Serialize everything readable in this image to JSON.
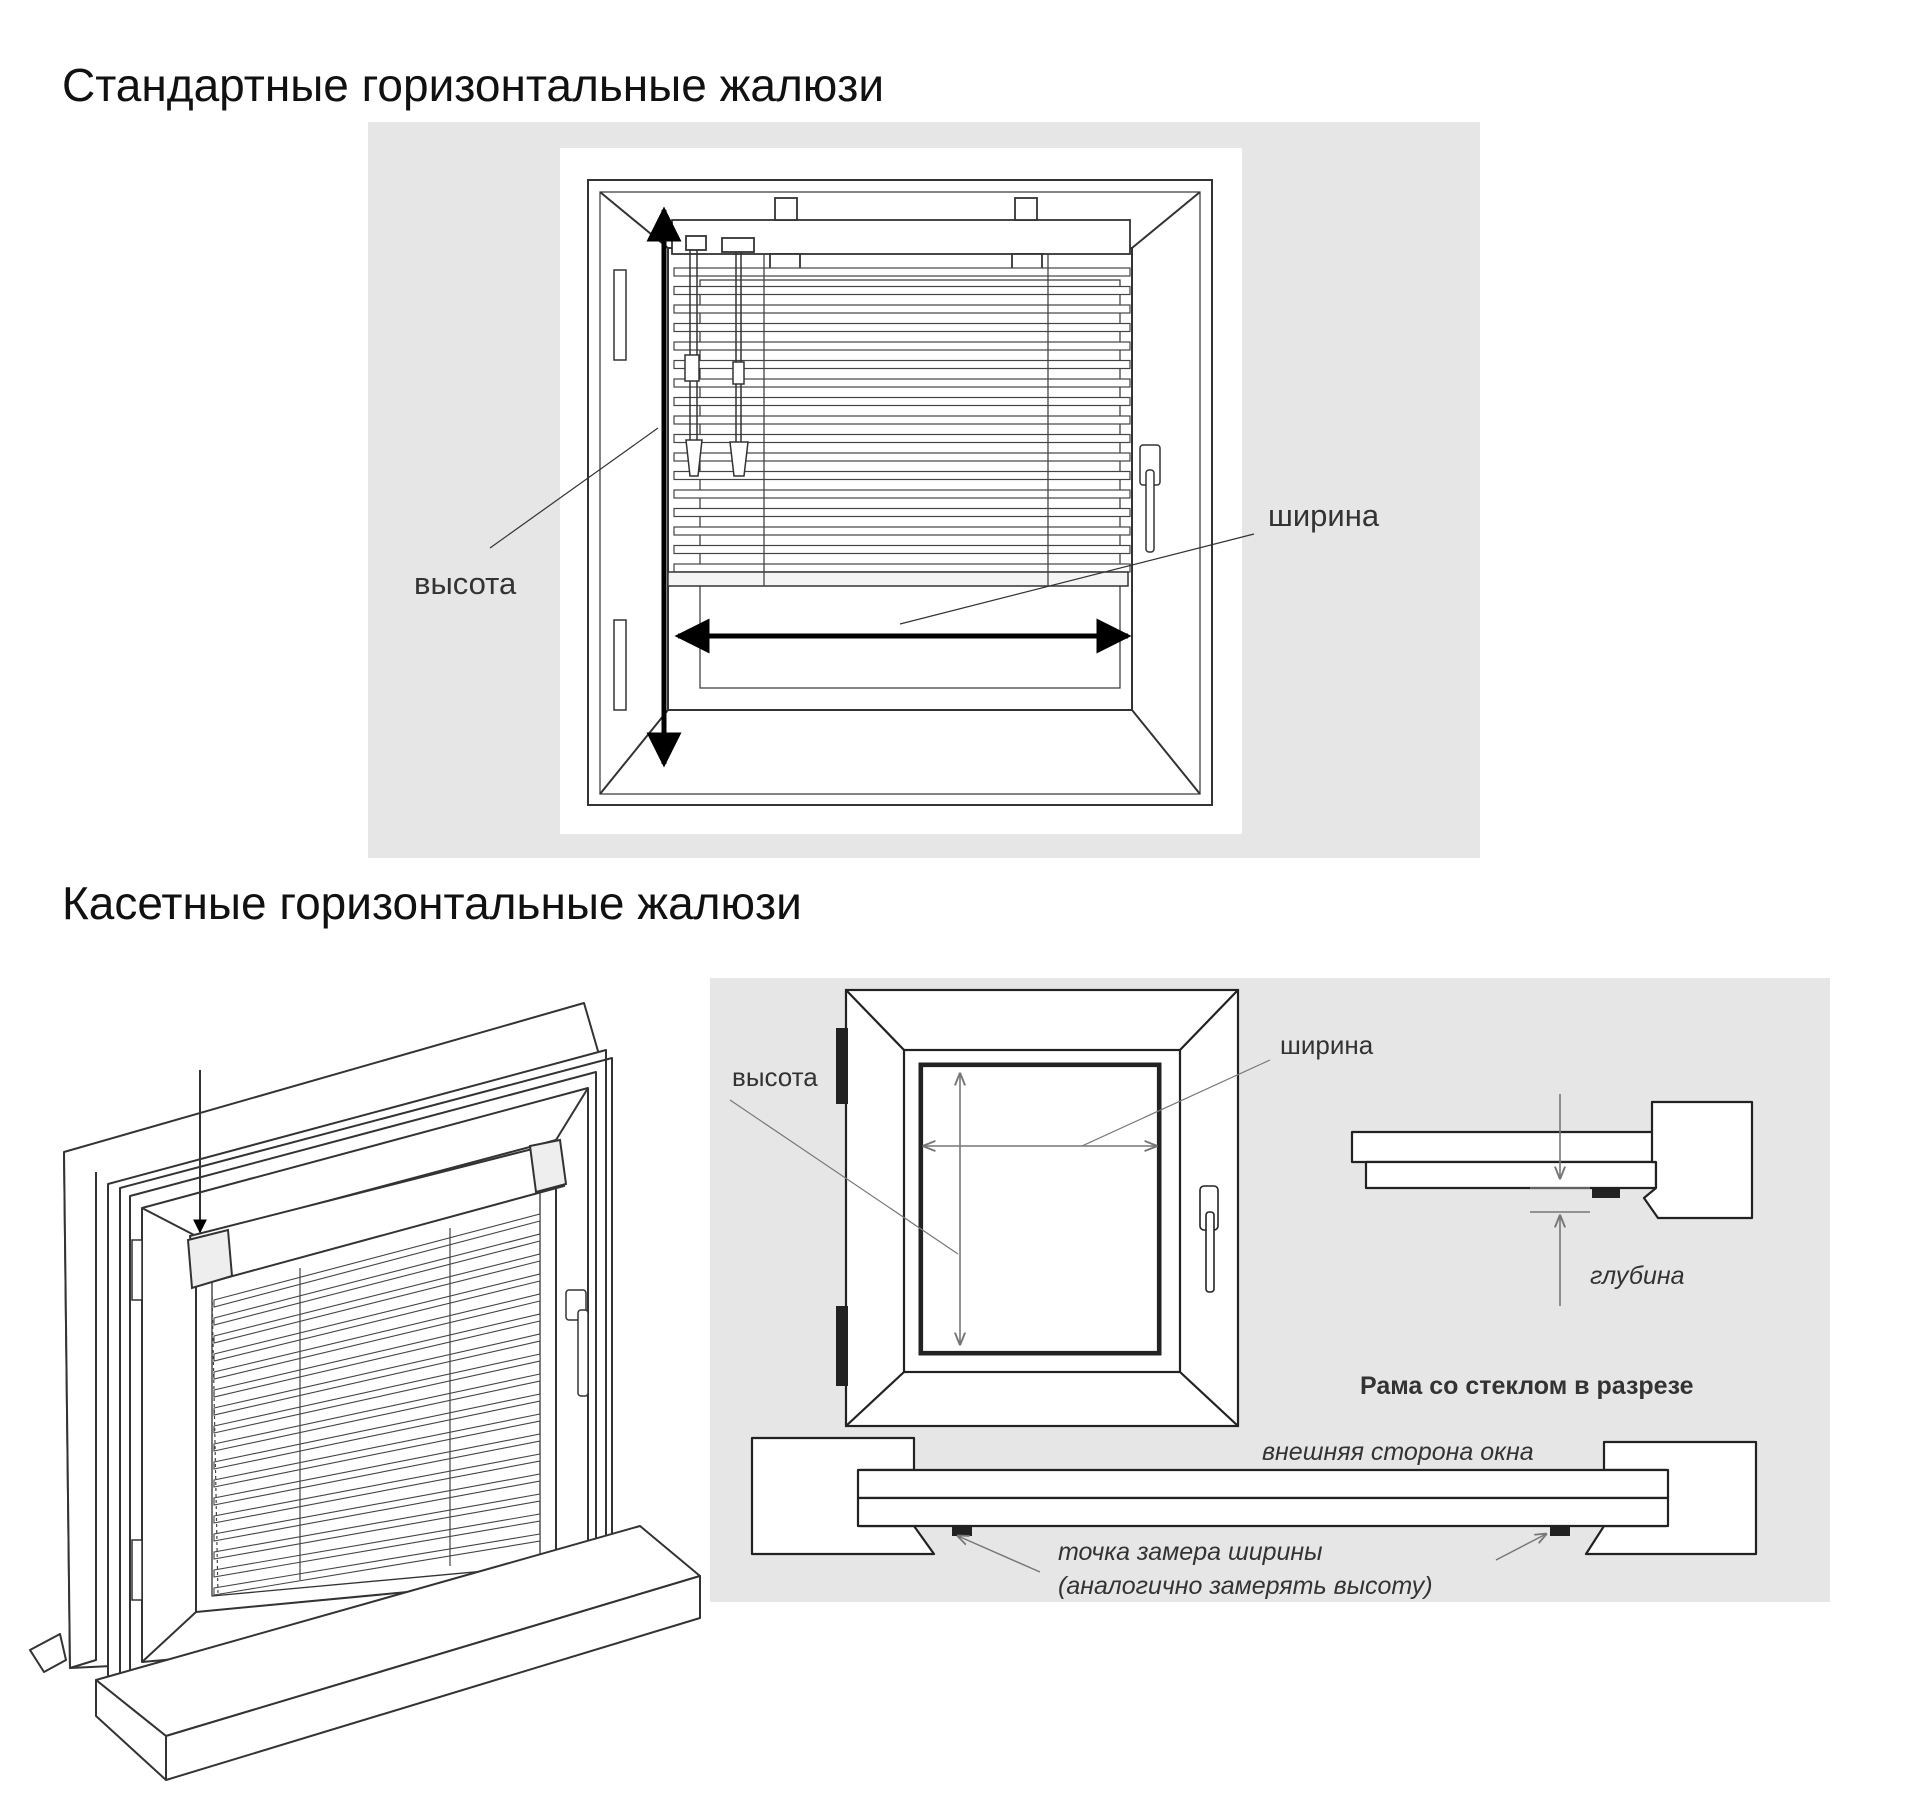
{
  "sections": [
    {
      "title": "Стандартные горизонтальные жалюзи"
    },
    {
      "title": "Касетные горизонтальные жалюзи"
    }
  ],
  "standard": {
    "height_label": "высота",
    "width_label": "ширина"
  },
  "cassette": {
    "height_label": "высота",
    "width_label": "ширина",
    "depth_label": "глубина",
    "section_caption": "Рама со стеклом в разрезе",
    "outer_side_label": "внешняя сторона окна",
    "measure_point_line1": "точка замера ширины",
    "measure_point_line2": "(аналогично замерять высоту)"
  }
}
